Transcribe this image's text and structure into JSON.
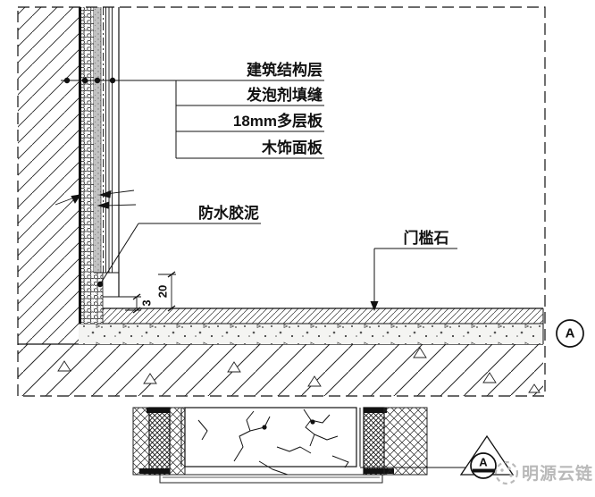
{
  "drawing": {
    "type": "construction-detail-section",
    "labels": {
      "structure_layer": "建筑结构层",
      "foam_joint": "发泡剂填缝",
      "plywood": "18mm多层板",
      "wood_veneer": "木饰面板",
      "waterproof_mortar": "防水胶泥",
      "threshold_stone": "门槛石"
    },
    "dimensions": {
      "panel_bottom_gap": "20",
      "stone_reveal": "3"
    },
    "markers": {
      "detail_bubble": "A",
      "section_cut": "A"
    },
    "watermark": {
      "text": "明源云链",
      "color": "#b9b9b9"
    },
    "colors": {
      "line": "#1a1a1a",
      "plywood_gray": "#c2c2c2",
      "watermark_gray": "#b9b9b9"
    }
  }
}
